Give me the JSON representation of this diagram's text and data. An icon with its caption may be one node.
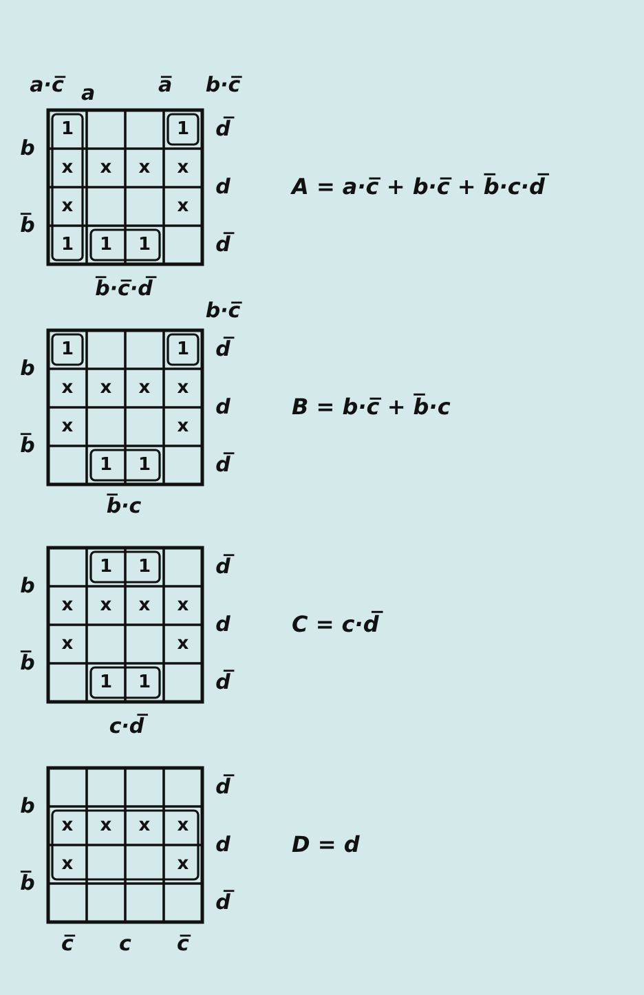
{
  "diagram": {
    "labels": [
      "a·c̅",
      "a",
      "a̅",
      "b·c̅",
      "b",
      "1",
      "1",
      "d̅",
      "x",
      "x",
      "x",
      "x",
      "d",
      "A = a·c̅ + b·c̅ + b̅·c·d̅",
      "b̅",
      "x",
      "x",
      "1",
      "1",
      "1",
      "d̅",
      "b̅·c̅·d̅",
      "b·c̅",
      "b",
      "1",
      "1",
      "d̅",
      "x",
      "x",
      "x",
      "x",
      "d",
      "B = b·c̅ + b̅·c",
      "b̅",
      "x",
      "x",
      "1",
      "1",
      "d̅",
      "b̅·c",
      "b",
      "1",
      "1",
      "d̅",
      "x",
      "x",
      "x",
      "x",
      "d",
      "C = c·d̅",
      "b̅",
      "x",
      "x",
      "1",
      "1",
      "d̅",
      "c·d̅",
      "b",
      "d̅",
      "x",
      "x",
      "x",
      "x",
      "d",
      "D = d",
      "b̅",
      "x",
      "x",
      "d̅",
      "c̅",
      "c",
      "c̅"
    ]
  }
}
